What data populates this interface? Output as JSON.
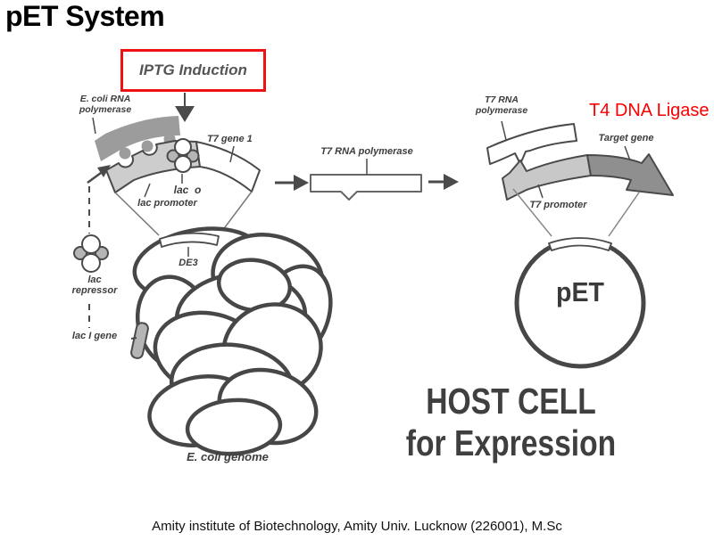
{
  "slide": {
    "title": "pET System",
    "credit": "Amity institute of Biotechnology, Amity Univ. Lucknow (226001), M.Sc"
  },
  "annotations": {
    "iptg_induction": "IPTG Induction",
    "t4_dna_ligase": "T4 DNA Ligase"
  },
  "left_diagram": {
    "ecoli_rna_polymerase": "E. coli RNA\npolymerase",
    "t7_gene1": "T7 gene 1",
    "lac_o": "lac  o",
    "lac_promoter": "lac promoter",
    "de3": "DE3",
    "lac_repressor": "lac\nrepressor",
    "lac_i_gene": "lac I gene",
    "ecoli_genome": "E. coli genome"
  },
  "middle_diagram": {
    "t7_rna_polymerase": "T7 RNA polymerase"
  },
  "right_diagram": {
    "t7_rna_polymerase": "T7 RNA\npolymerase",
    "target_gene": "Target gene",
    "t7_promoter": "T7 promoter",
    "plasmid_name": "pET",
    "host_cell": "HOST CELL\nfor Expression"
  },
  "colors": {
    "highlight_box": "#ee1111",
    "ligase_text": "#fb0000",
    "band_gray": "#9c9c9c",
    "band_light": "#cdcdcd",
    "band_dark": "#8f8f8f",
    "outline": "#4a4a4a",
    "genome_coil": "#474747"
  }
}
